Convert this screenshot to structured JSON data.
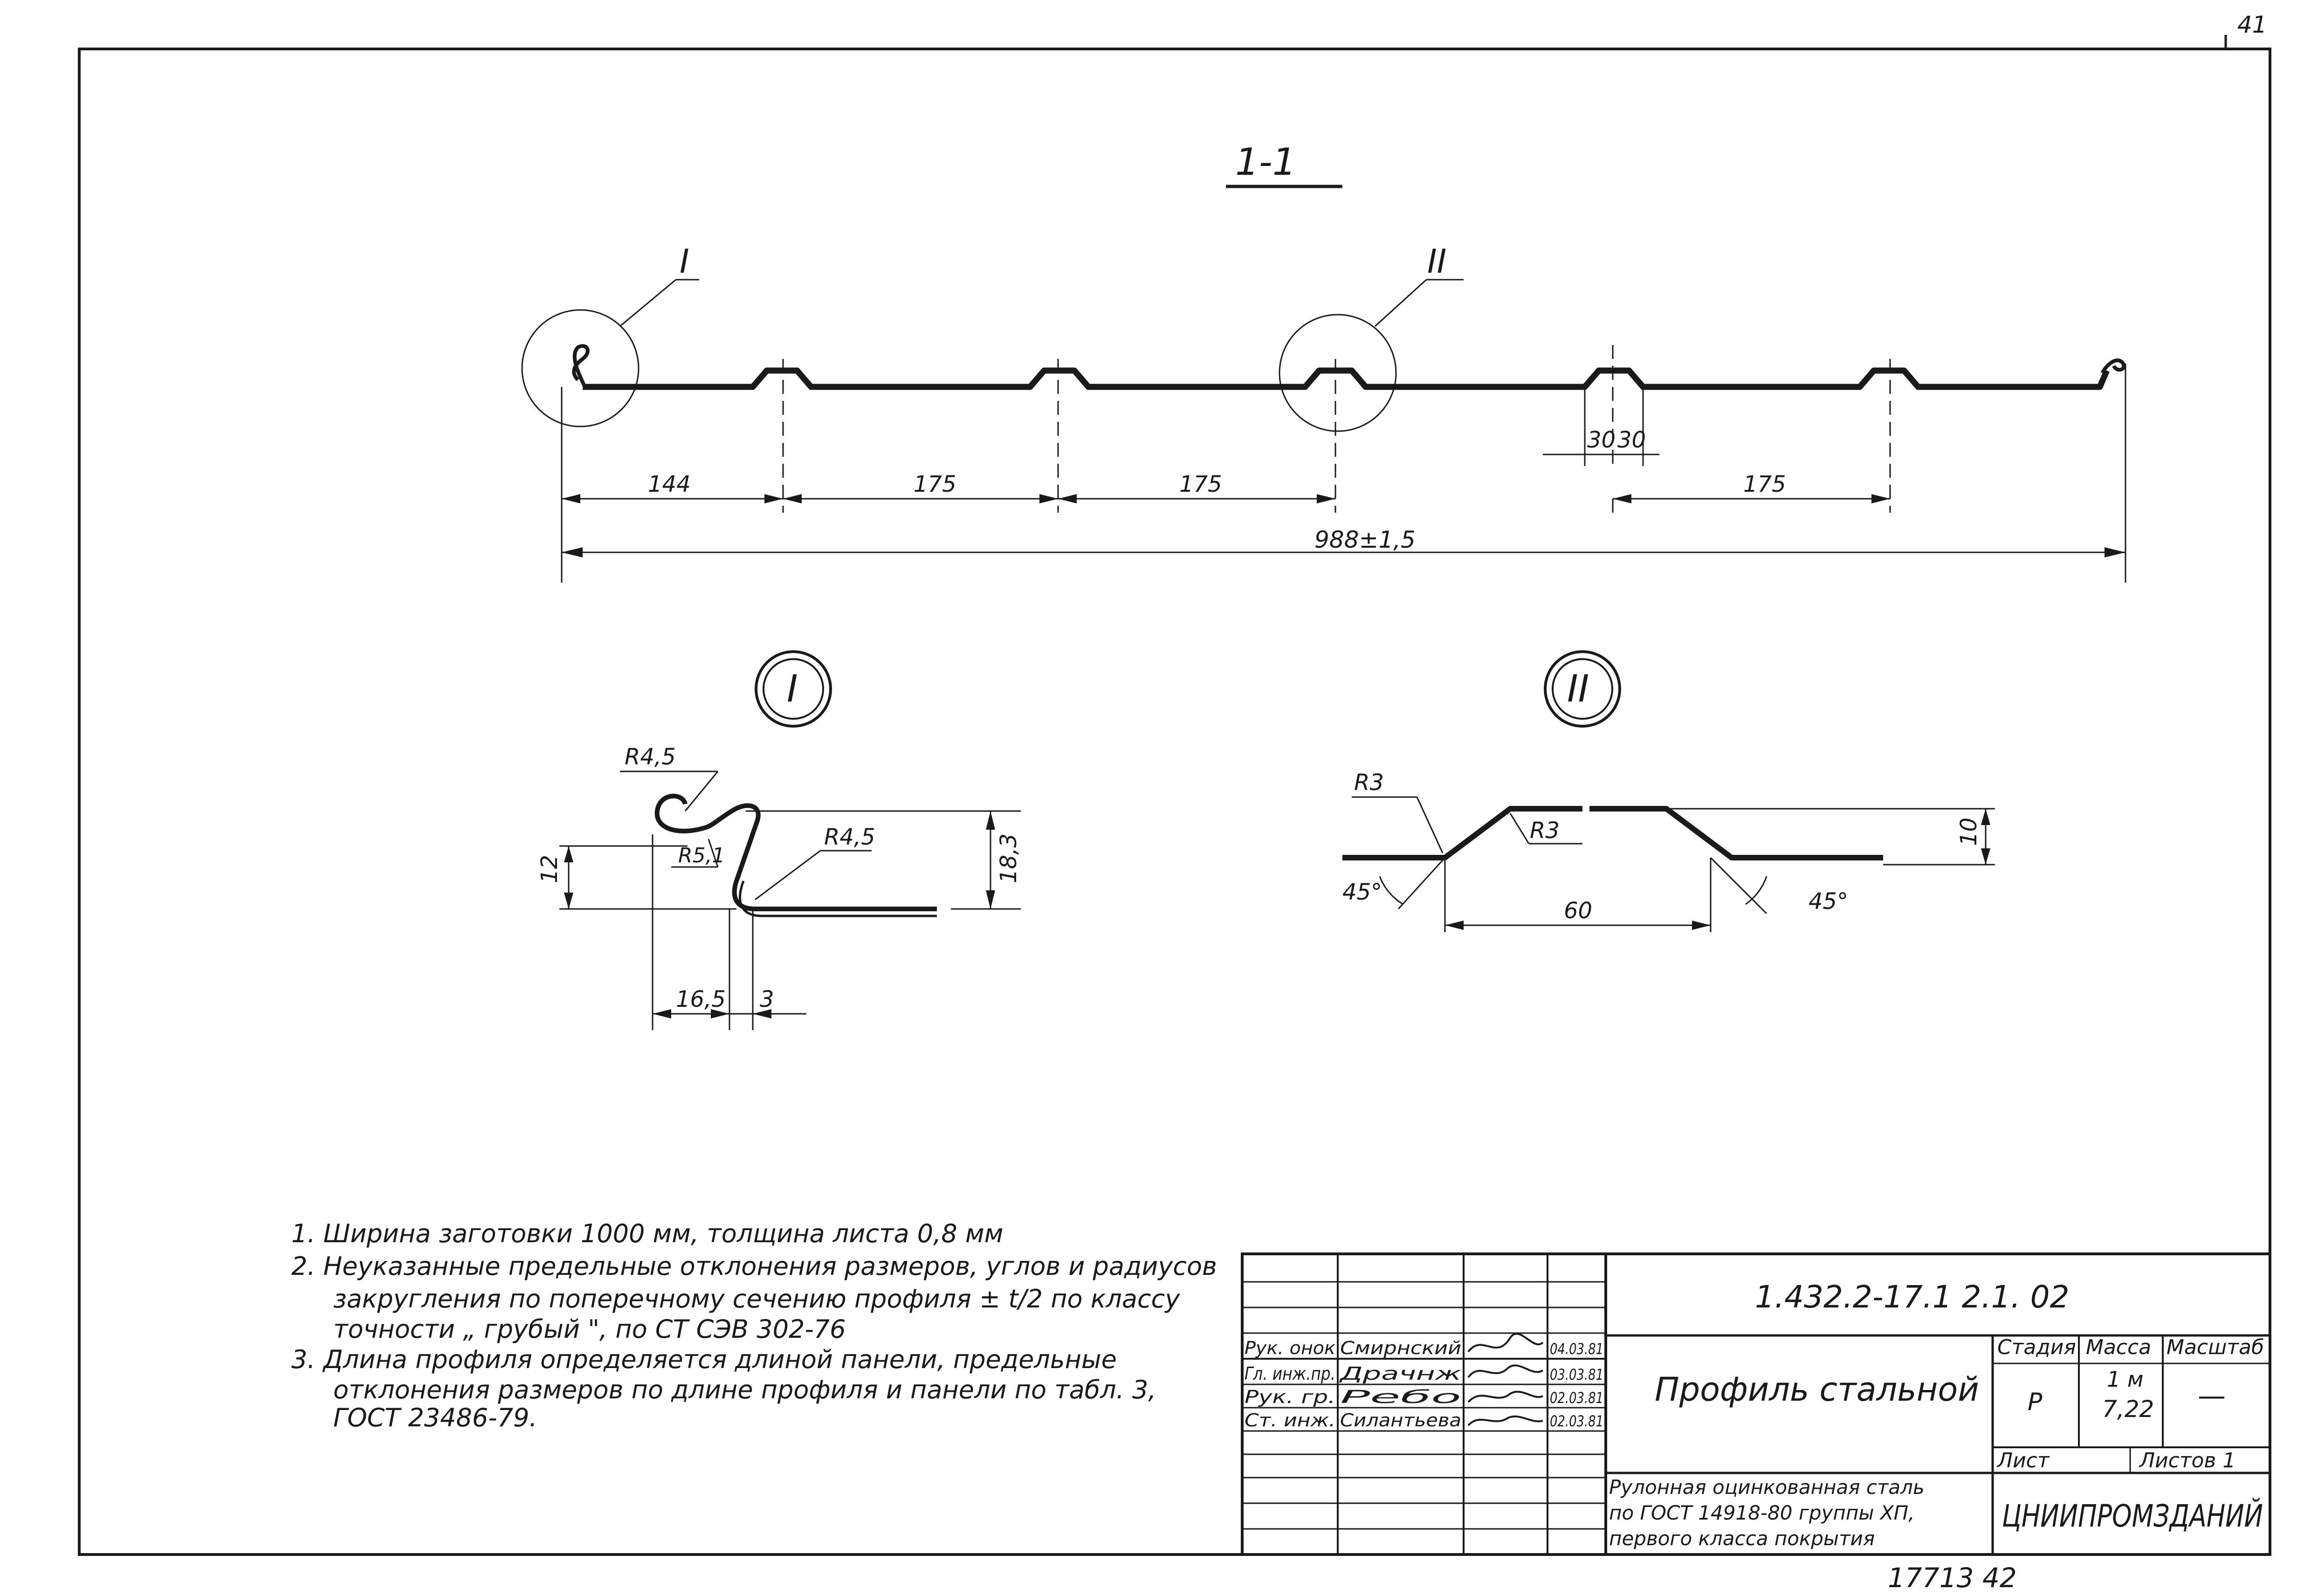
{
  "corner_number": "41",
  "section_title": "1-1",
  "detail_I_marker": "I",
  "detail_II_marker": "II",
  "dimensions": {
    "d144": "144",
    "d175a": "175",
    "d175b": "175",
    "d30a": "30",
    "d30b": "30",
    "d175c": "175",
    "overall": "988±1,5"
  },
  "detail_I": {
    "label": "I",
    "r45_top": "R4,5",
    "r51": "R5,1",
    "r45_right": "R4,5",
    "h12": "12",
    "h183": "18,3",
    "w165": "16,5",
    "w3": "3"
  },
  "detail_II": {
    "label": "II",
    "r3_left": "R3",
    "r3_right": "R3",
    "angle_left": "45°",
    "angle_right": "45°",
    "w60": "60",
    "h10": "10"
  },
  "notes": [
    "1.  Ширина заготовки 1000 мм, толщина листа 0,8 мм",
    "2.  Неуказанные предельные отклонения размеров, углов и радиусов",
    "закругления по поперечному сечению профиля ± t/2 по классу",
    "точности „ грубый \", по СТ СЭВ 302-76",
    "3.  Длина профиля определяется длиной панели, предельные",
    "отклонения размеров по длине профиля и панели по табл. 3,",
    "ГОСТ 23486-79."
  ],
  "title_block": {
    "doc_code": "1.432.2-17.1  2.1.  02",
    "doc_title": "Профиль стальной",
    "stage_header": "Стадия",
    "mass_header": "Масса",
    "scale_header": "Масштаб",
    "stage_value": "Р",
    "mass_value_1": "1 м",
    "mass_value_2": "7,22",
    "scale_value": "—",
    "sheet_label": "Лист",
    "sheets_label": "Листов 1",
    "material_lines": [
      "Рулонная оцинкованная сталь",
      "по ГОСТ 14918-80 группы ХП,",
      "первого класса покрытия"
    ],
    "organization": "ЦНИИПРОМЗДАНИЙ",
    "roles": [
      {
        "role": "Рук. онок",
        "name": "Смирнский",
        "date": "04.03.81"
      },
      {
        "role": "Гл. инж.пр.",
        "name": "Драчнж",
        "date": "03.03.81"
      },
      {
        "role": "Рук. гр.",
        "name": "Ребо",
        "date": "02.03.81"
      },
      {
        "role": "Ст. инж.",
        "name": "Силантьева",
        "date": "02.03.81"
      }
    ]
  },
  "footer": "17713  42"
}
